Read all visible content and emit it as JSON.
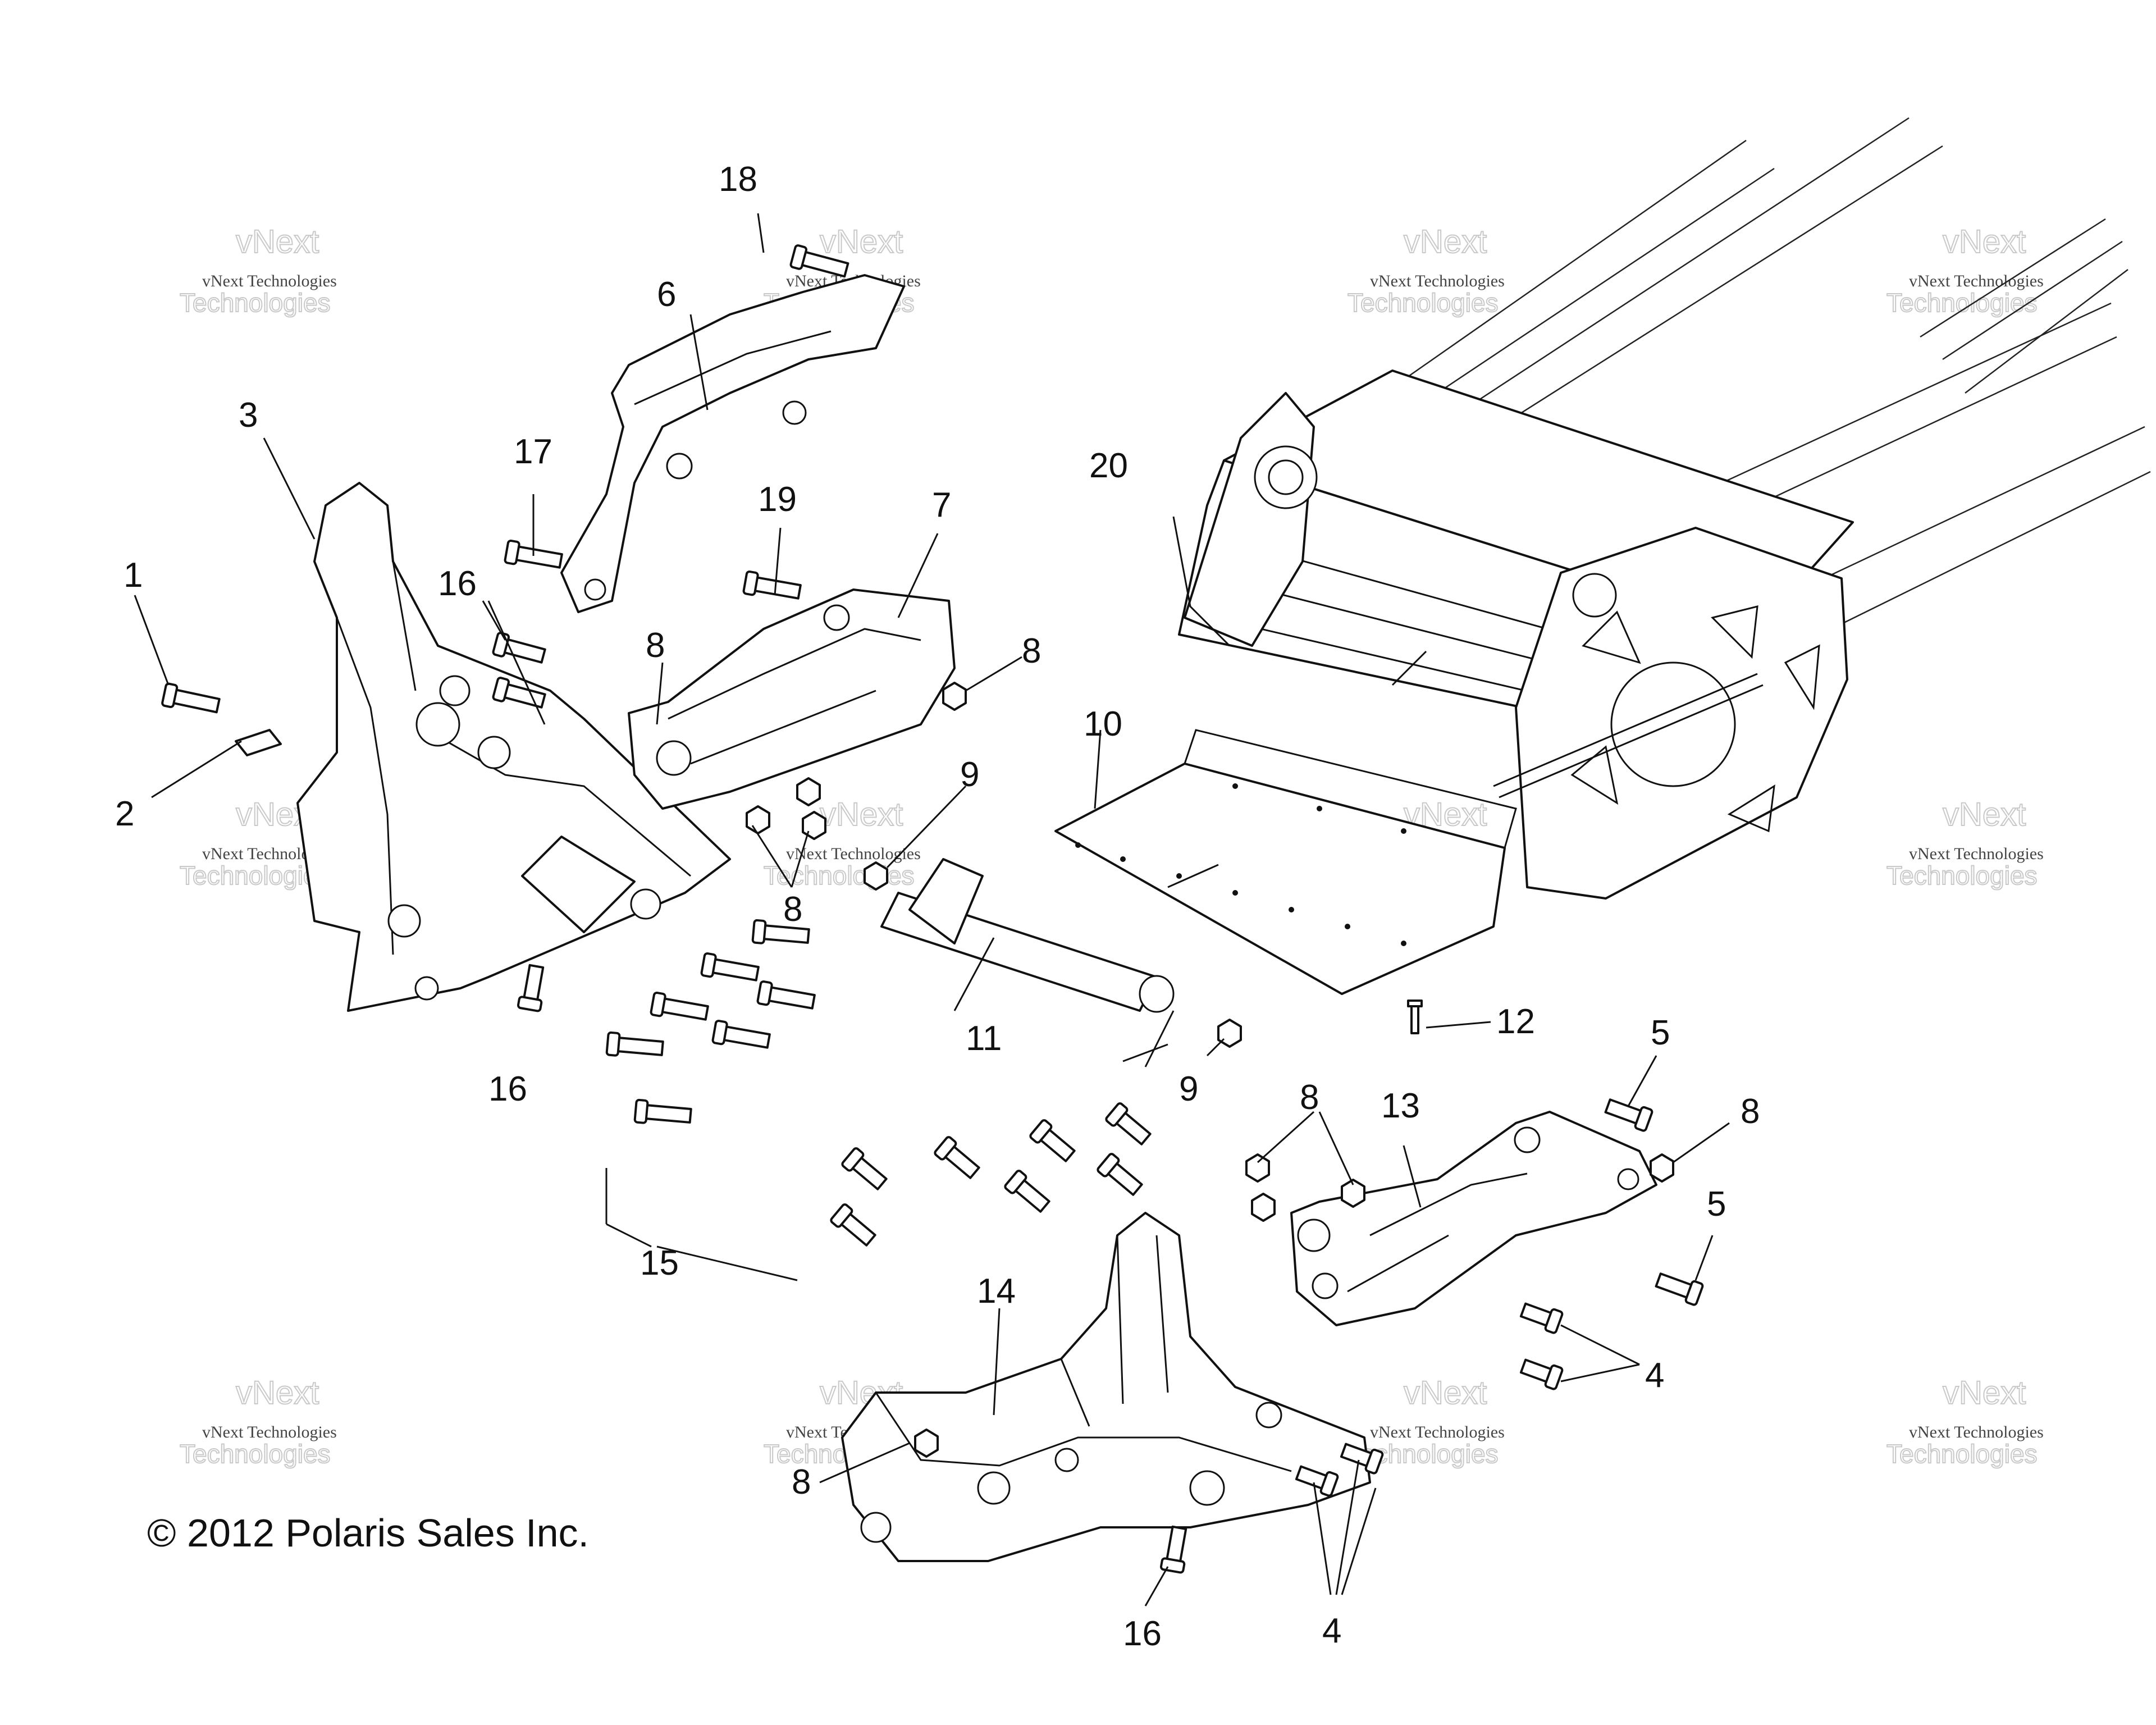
{
  "callouts": {
    "c1": "1",
    "c2": "2",
    "c3": "3",
    "c4a": "4",
    "c4b": "4",
    "c5a": "5",
    "c5b": "5",
    "c6": "6",
    "c7": "7",
    "c8a": "8",
    "c8b": "8",
    "c8c": "8",
    "c8d": "8",
    "c8e": "8",
    "c8f": "8",
    "c9a": "9",
    "c9b": "9",
    "c10": "10",
    "c11": "11",
    "c12": "12",
    "c13": "13",
    "c14": "14",
    "c15": "15",
    "c16a": "16",
    "c16b": "16",
    "c16c": "16",
    "c17": "17",
    "c18": "18",
    "c19": "19",
    "c20": "20"
  },
  "watermark": {
    "line1": "vNext Technologies",
    "line2": "vNext",
    "line3": "Technologies"
  },
  "copyright": "© 2012 Polaris Sales Inc."
}
